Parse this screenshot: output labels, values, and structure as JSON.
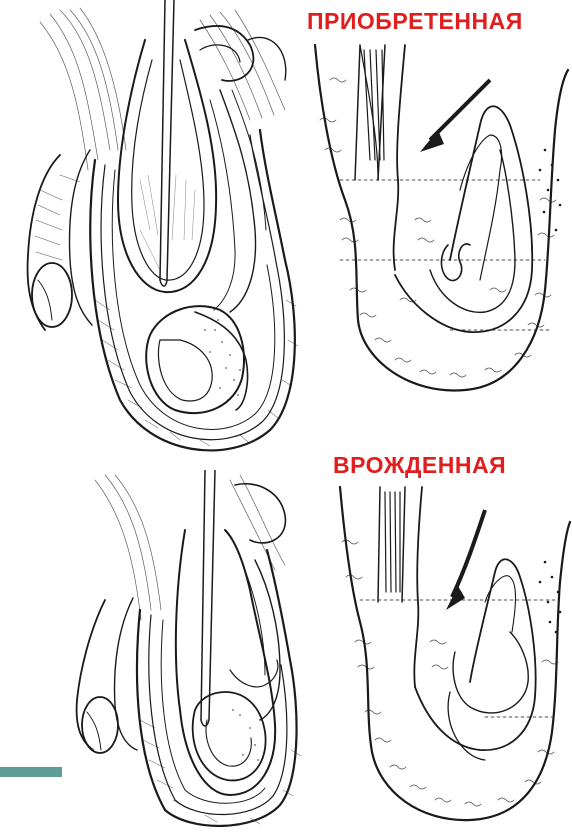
{
  "labels": {
    "acquired": "ПРИОБРЕТЕННАЯ",
    "congenital": "ВРОЖДЕННАЯ"
  },
  "colors": {
    "label": "#e21d1d",
    "accent_bar": "#5e9c98",
    "ink": "#1a1a1a"
  },
  "icons": [
    "hernia-sac-diagram",
    "bowel-loop-illustration",
    "arrow-icon",
    "testis-illustration"
  ]
}
